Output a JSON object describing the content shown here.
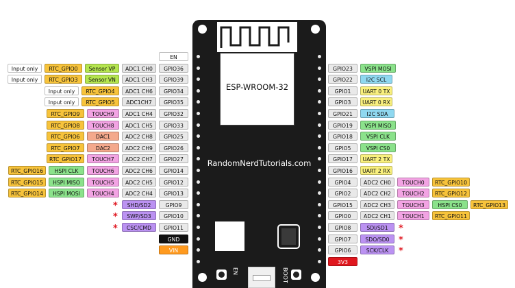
{
  "board": {
    "module_label": "ESP-WROOM-32",
    "website": "RandomNerdTutorials.com",
    "en_button_label": "EN",
    "boot_button_label": "BOOT"
  },
  "colors": {
    "gpio": "#e9e9e9",
    "adc": "#e6e6e6",
    "rtc": "#f7c33b",
    "touch": "#f2a3e3",
    "dac": "#f4a98c",
    "sensor": "#b5e54f",
    "spi_green": "#8be28b",
    "uart": "#f9f07e",
    "i2c": "#8fd8f0",
    "flash": "#bb92f2",
    "gnd": "#111111",
    "vin": "#ff9a1f",
    "v33": "#e0171e",
    "marker": "#e01b24"
  },
  "left_rows": [
    [
      "EN"
    ],
    [
      "GPIO36",
      "ADC1 CH0",
      "Sensor VP",
      "RTC_GPIO0",
      "Input only"
    ],
    [
      "GPIO39",
      "ADC1 CH3",
      "Sensor VN",
      "RTC_GPIO3",
      "Input only"
    ],
    [
      "GPIO34",
      "ADC1 CH6",
      "RTC_GPIO4",
      "Input only"
    ],
    [
      "GPIO35",
      "ADC1CH7",
      "RTC_GPIO5",
      "Input only"
    ],
    [
      "GPIO32",
      "ADC1 CH4",
      "TOUCH9",
      "RTC_GPIO9"
    ],
    [
      "GPIO33",
      "ADC1 CH5",
      "TOUCH8",
      "RTC_GPIO8"
    ],
    [
      "GPIO25",
      "ADC2 CH8",
      "DAC1",
      "RTC_GPIO6"
    ],
    [
      "GPIO26",
      "ADC2 CH9",
      "DAC2",
      "RTC_GPIO7"
    ],
    [
      "GPIO27",
      "ADC2 CH7",
      "TOUCH7",
      "RTC_GPIO17"
    ],
    [
      "GPIO14",
      "ADC2 CH6",
      "TOUCH6",
      "HSPI CLK",
      "RTC_GPIO16"
    ],
    [
      "GPIO12",
      "ADC2 CH5",
      "TOUCH5",
      "HSPI MISO",
      "RTC_GPIO15"
    ],
    [
      "GPIO13",
      "ADC2 CH4",
      "TOUCH4",
      "HSPI MOSI",
      "RTC_GPIO14"
    ],
    [
      "GPIO9",
      "SHD/SD2",
      "*"
    ],
    [
      "GPIO10",
      "SWP/SD3",
      "*"
    ],
    [
      "GPIO11",
      "CSC/CMD",
      "*"
    ],
    [
      "GND"
    ],
    [
      "VIN"
    ]
  ],
  "right_rows": [
    [
      "GPIO23",
      "VSPI MOSI"
    ],
    [
      "GPIO22",
      "I2C SCL"
    ],
    [
      "GPIO1",
      "UART 0 TX"
    ],
    [
      "GPIO3",
      "UART 0 RX"
    ],
    [
      "GPIO21",
      "I2C SDA"
    ],
    [
      "GPIO19",
      "VSPI MISO"
    ],
    [
      "GPIO18",
      "VSPI CLK"
    ],
    [
      "GPIO5",
      "VSPI CS0"
    ],
    [
      "GPIO17",
      "UART 2 TX"
    ],
    [
      "GPIO16",
      "UART 2 RX"
    ],
    [
      "GPIO4",
      "ADC2 CH0",
      "TOUCH0",
      "RTC_GPIO10"
    ],
    [
      "GPIO2",
      "ADC2 CH2",
      "TOUCH2",
      "RTC_GPIO12"
    ],
    [
      "GPIO15",
      "ADC2 CH3",
      "TOUCH3",
      "HSPI CS0",
      "RTC_GPIO13"
    ],
    [
      "GPIO0",
      "ADC2 CH1",
      "TOUCH1",
      "RTC_GPIO11"
    ],
    [
      "GPIO8",
      "SDI/SD1",
      "*"
    ],
    [
      "GPIO7",
      "SDO/SD0",
      "*"
    ],
    [
      "GPIO6",
      "SCK/CLK",
      "*"
    ],
    [
      "3V3"
    ]
  ]
}
